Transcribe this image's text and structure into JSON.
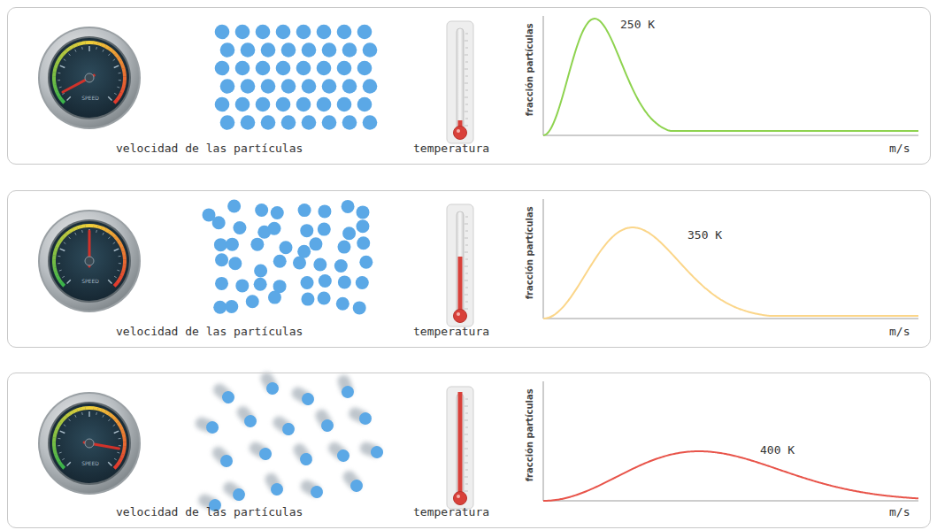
{
  "diagram": {
    "nodes": [
      {
        "text": [
          "velocidad de las partículas",
          "temperatura",
          "fracción partículas",
          "m/s",
          "250 K",
          "SPEED"
        ]
      },
      {
        "text": [
          "velocidad de las partículas",
          "temperatura",
          "fracción partículas",
          "m/s",
          "350 K",
          "SPEED"
        ]
      },
      {
        "text": [
          "velocidad de las partículas",
          "temperatura",
          "fracción partículas",
          "m/s",
          "400 K",
          "SPEED"
        ]
      }
    ]
  }
}
